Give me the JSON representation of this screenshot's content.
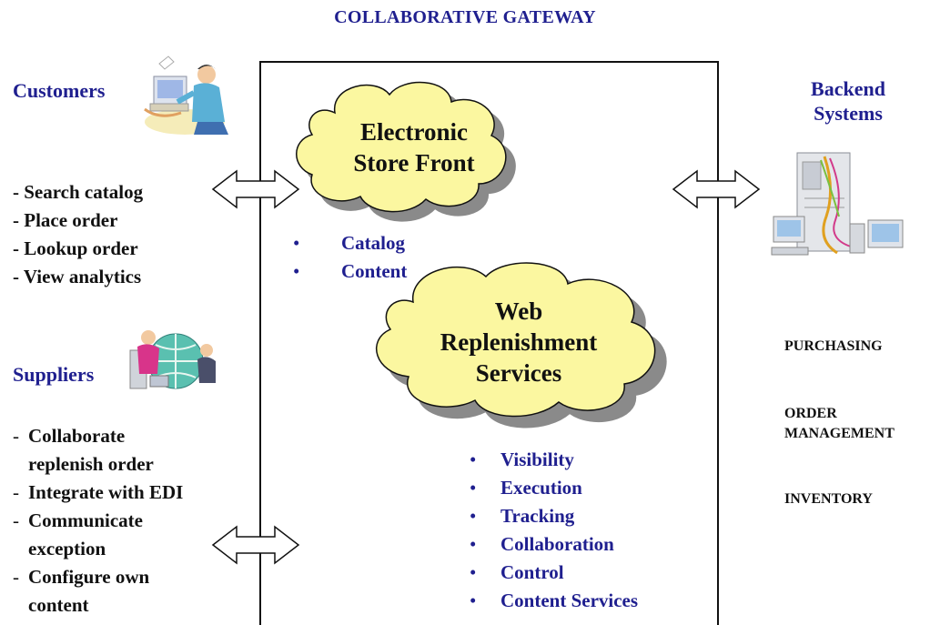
{
  "title": "COLLABORATIVE GATEWAY",
  "customers": {
    "label": "Customers",
    "icon": "customer-at-computer-icon",
    "actions": [
      "- Search catalog",
      "- Place order",
      "- Lookup order",
      "- View analytics"
    ]
  },
  "suppliers": {
    "label": "Suppliers",
    "icon": "suppliers-globe-icon",
    "actions": [
      {
        "dash": "-",
        "lines": [
          "Collaborate",
          "replenish order"
        ]
      },
      {
        "dash": "-",
        "lines": [
          "Integrate with EDI"
        ]
      },
      {
        "dash": "-",
        "lines": [
          "Communicate",
          "exception"
        ]
      },
      {
        "dash": "-",
        "lines": [
          "Configure own",
          "content"
        ]
      }
    ]
  },
  "backend": {
    "label_line1": "Backend",
    "label_line2": "Systems",
    "icon": "server-computers-icon",
    "systems": [
      "PURCHASING",
      "ORDER",
      "MANAGEMENT",
      "INVENTORY"
    ]
  },
  "store_front": {
    "line1": "Electronic",
    "line2": "Store Front",
    "items": [
      "Catalog",
      "Content"
    ]
  },
  "replenishment": {
    "line1": "Web",
    "line2": "Replenishment",
    "line3": "Services",
    "items": [
      "Visibility",
      "Execution",
      "Tracking",
      "Collaboration",
      "Control",
      "Content Services"
    ]
  },
  "colors": {
    "navy": "#1f1f8f",
    "cloud_fill": "#fbf7a0",
    "cloud_shadow": "#8a8a8a"
  }
}
